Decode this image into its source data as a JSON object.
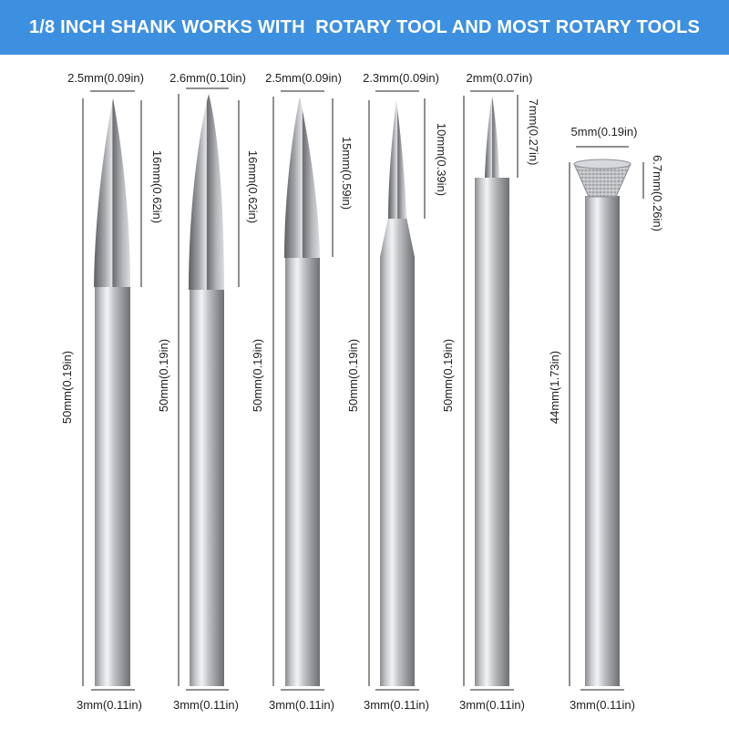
{
  "banner": {
    "title": "1/8 INCH SHANK WORKS WITH  ROTARY TOOL AND MOST ROTARY TOOLS",
    "color": "#3d8fe0"
  },
  "bits": [
    {
      "top_width": "2.5mm(0.09in)",
      "tip_length": "16mm(0.62in)",
      "total_length": "50mm(0.19in)",
      "shank_width": "3mm(0.11in)"
    },
    {
      "top_width": "2.6mm(0.10in)",
      "tip_length": "16mm(0.62in)",
      "total_length": "50mm(0.19in)",
      "shank_width": "3mm(0.11in)"
    },
    {
      "top_width": "2.5mm(0.09in)",
      "tip_length": "15mm(0.59in)",
      "total_length": "50mm(0.19in)",
      "shank_width": "3mm(0.11in)"
    },
    {
      "top_width": "2.3mm(0.09in)",
      "tip_length": "10mm(0.39in)",
      "total_length": "50mm(0.19in)",
      "shank_width": "3mm(0.11in)"
    },
    {
      "top_width": "2mm(0.07in)",
      "tip_length": "7mm(0.27in)",
      "total_length": "50mm(0.19in)",
      "shank_width": "3mm(0.11in)"
    },
    {
      "top_width": "5mm(0.19in)",
      "tip_length": "6.7mm(0.26in)",
      "total_length": "44mm(1.73in)",
      "shank_width": "3mm(0.11in)"
    }
  ]
}
